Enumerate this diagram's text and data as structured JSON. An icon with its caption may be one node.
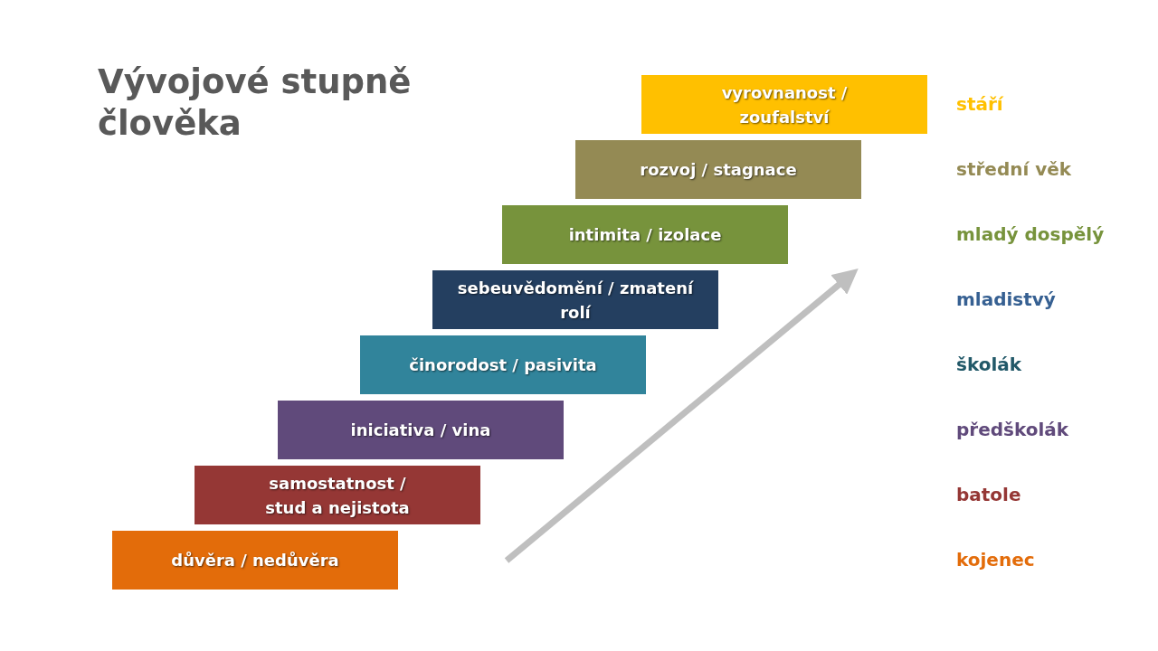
{
  "diagram": {
    "title": "Vývojové stupně člověka",
    "nodes": [
      {
        "text": [
          "důvěra / nedůvěra"
        ]
      },
      {
        "text": [
          "samostatnost / stud a nejistota"
        ]
      },
      {
        "text": [
          "iniciativa / vina"
        ]
      },
      {
        "text": [
          "činorodost / pasivita"
        ]
      },
      {
        "text": [
          "sebeuvědomění / zmatení rolí"
        ]
      },
      {
        "text": [
          "intimita / izolace"
        ]
      },
      {
        "text": [
          "rozvoj / stagnace"
        ]
      },
      {
        "text": [
          "vyrovnanost / zoufalství"
        ]
      }
    ],
    "labels": [
      "stáří",
      "střední věk",
      "mladý dospělý",
      "mladistvý",
      "školák",
      "předškolák",
      "batole",
      "kojenec"
    ]
  }
}
